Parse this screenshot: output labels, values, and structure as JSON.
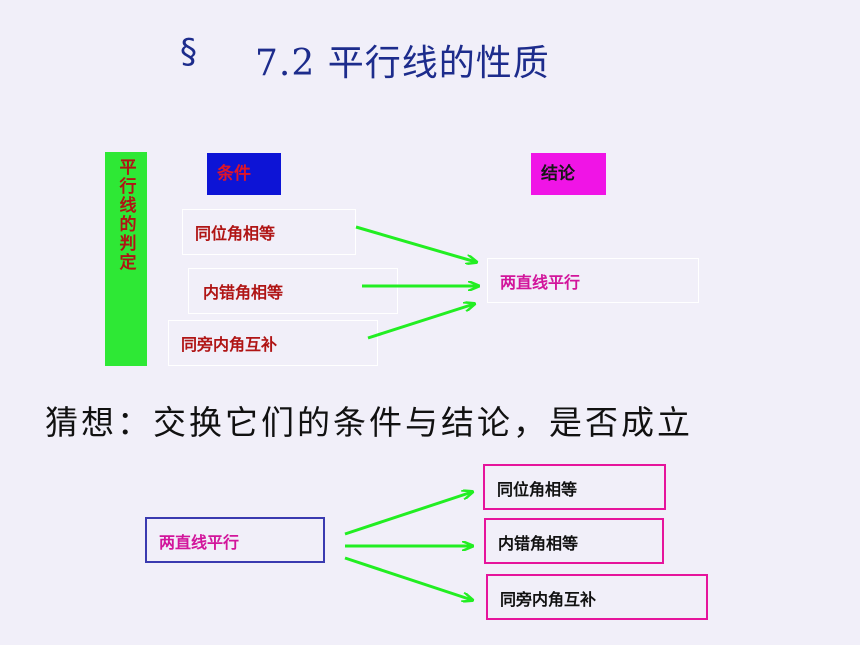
{
  "title": {
    "symbol": "§",
    "text": "7.2  平行线的性质"
  },
  "judgment": {
    "vertical_label": "平行线的判定",
    "condition_header": "条件",
    "conclusion_header": "结论",
    "conditions": [
      "同位角相等",
      "内错角相等",
      "同旁内角互补"
    ],
    "conclusion": "两直线平行"
  },
  "question": "猜想：交换它们的条件与结论，是否成立",
  "property": {
    "condition": "两直线平行",
    "conclusions": [
      "同位角相等",
      "内错角相等",
      "同旁内角互补"
    ]
  },
  "colors": {
    "background": "#f1eff9",
    "green": "#2ee835",
    "arrow": "#22ee22",
    "blue": "#0d14d6",
    "magenta": "#f014e6",
    "red_text": "#b01515",
    "title": "#1d2c8c",
    "box_blue_border": "#3a3ab0",
    "box_pink_border": "#e6149c"
  },
  "icons": [
    "arrow-right-icon"
  ]
}
